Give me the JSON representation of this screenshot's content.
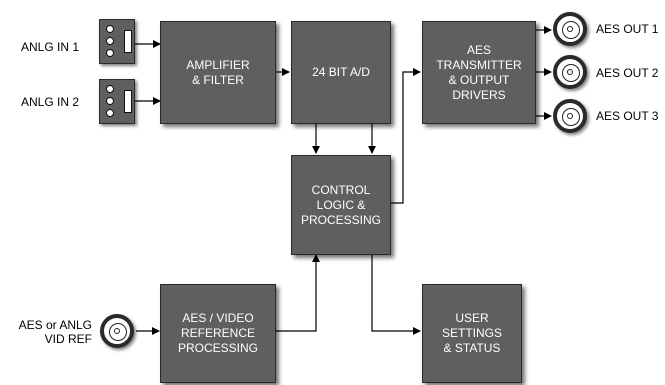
{
  "blocks": {
    "amplifier": "AMPLIFIER\n& FILTER",
    "adc": "24 BIT A/D",
    "aes_tx": "AES\nTRANSMITTER\n& OUTPUT\nDRIVERS",
    "control": "CONTROL\nLOGIC &\nPROCESSING",
    "ref_proc": "AES / VIDEO\nREFERENCE\nPROCESSING",
    "user": "USER\nSETTINGS\n& STATUS"
  },
  "inputs": {
    "in1": "ANLG IN 1",
    "in2": "ANLG IN 2",
    "ref": "AES or ANLG\nVID REF"
  },
  "outputs": {
    "out1": "AES OUT 1",
    "out2": "AES OUT 2",
    "out3": "AES OUT 3"
  },
  "colors": {
    "block_fill": "#5f5f5f",
    "block_text": "#ffffff",
    "line": "#000000"
  }
}
